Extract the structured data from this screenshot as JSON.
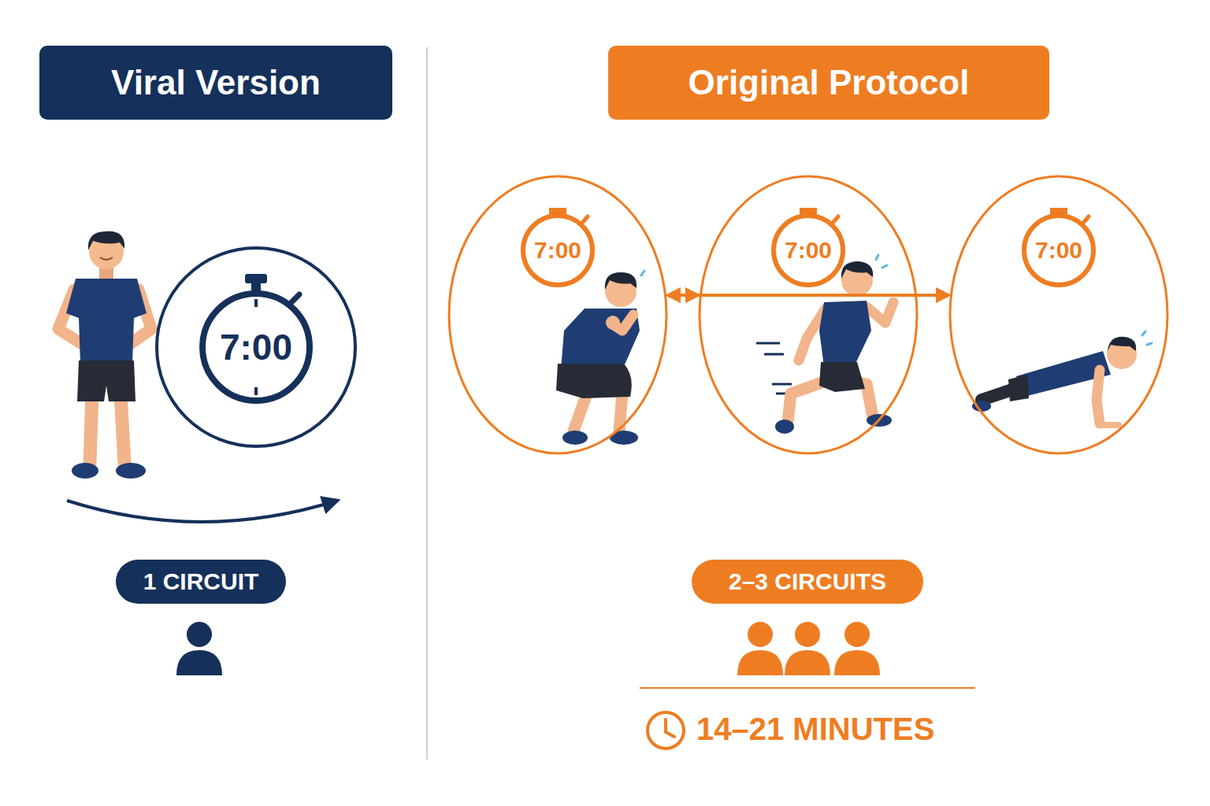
{
  "diagram": {
    "nodes": [
      {
        "text": [
          "Viral Version"
        ]
      },
      {
        "text": [
          "7:00"
        ]
      },
      {
        "text": [
          "1 CIRCUIT"
        ]
      },
      {
        "text": [
          "Original Protocol"
        ]
      },
      {
        "text": [
          "7:00"
        ]
      },
      {
        "text": [
          "7:00"
        ]
      },
      {
        "text": [
          "7:00"
        ]
      },
      {
        "text": [
          "2–3 CIRCUITS"
        ]
      }
    ],
    "edges": [
      {
        "from": 4,
        "to": 5,
        "arrow": "to"
      },
      {
        "from": 5,
        "to": 6,
        "arrow": "to"
      },
      {
        "from": 6,
        "to": 4,
        "arrow": "to"
      }
    ],
    "labels": [
      "14–21 MINUTES"
    ]
  }
}
